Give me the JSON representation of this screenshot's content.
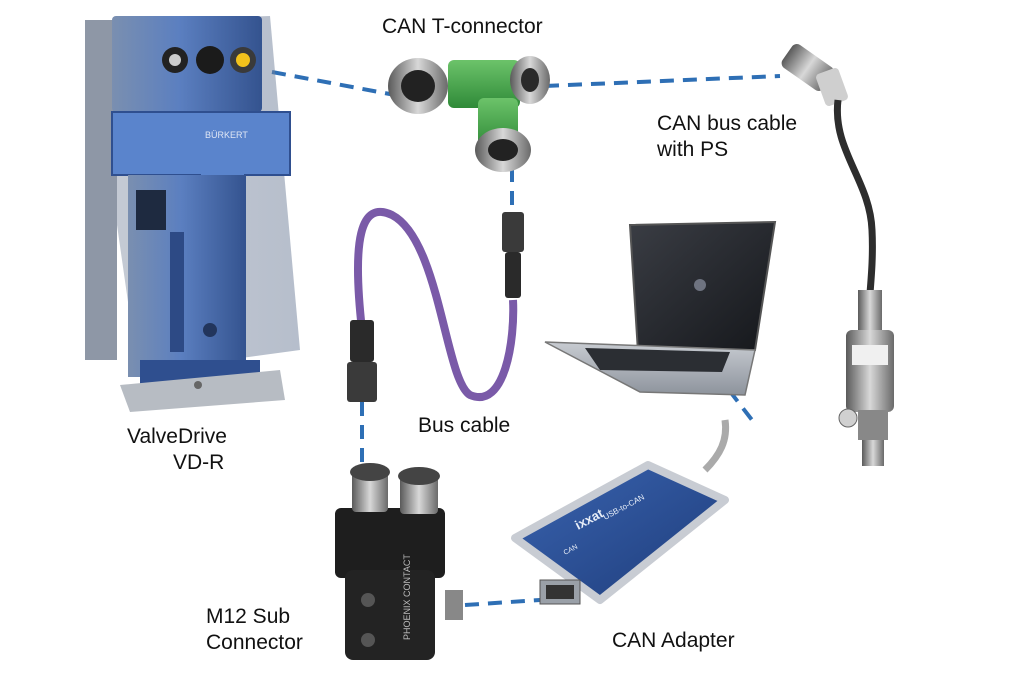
{
  "labels": {
    "t_connector": "CAN T-connector",
    "bus_cable_ps_line1": "CAN bus cable",
    "bus_cable_ps_line2": "with PS",
    "valvedrive_line1": "ValveDrive",
    "valvedrive_line2": "VD-R",
    "bus_cable": "Bus cable",
    "m12_line1": "M12 Sub",
    "m12_line2": "Connector",
    "can_adapter": "CAN Adapter"
  },
  "device_text": {
    "adapter_brand": "ixxat",
    "adapter_model": "USB-to-CAN",
    "adapter_port": "CAN",
    "valvedrive_brand": "BÜRKERT",
    "m12_brand": "PHOENIX CONTACT"
  },
  "colors": {
    "dashed_link": "#2e6fb5",
    "valvedrive_body": "#5b7fb8",
    "t_connector_body": "#3fa34a",
    "bus_cable": "#7a5aa8",
    "adapter_body": "#2a4d8f"
  },
  "icons": {
    "valvedrive": "valve-drive-device",
    "t_connector": "t-connector",
    "ps_cable": "pressure-sensor-cable",
    "bus_cable": "bus-cable",
    "laptop": "laptop",
    "m12": "m12-sub-connector",
    "adapter": "usb-can-adapter"
  }
}
